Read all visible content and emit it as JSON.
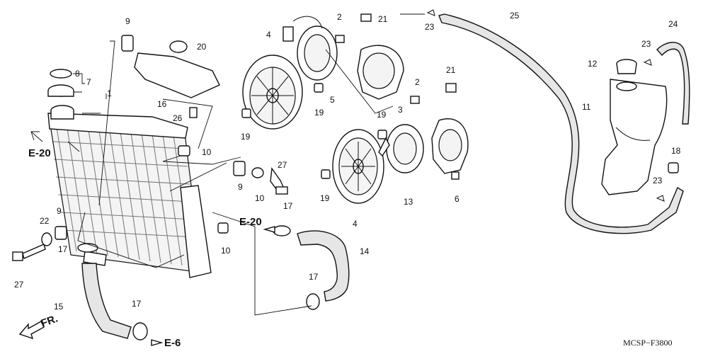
{
  "diagram": {
    "code": "MCSP−F3800",
    "front_label": "FR.",
    "references": [
      {
        "id": "ref-e20-left",
        "text": "E-20"
      },
      {
        "id": "ref-e20-mid",
        "text": "E-20"
      },
      {
        "id": "ref-e6",
        "text": "E-6"
      }
    ],
    "callouts": [
      "1",
      "7",
      "8",
      "9",
      "9",
      "9",
      "10",
      "10",
      "10",
      "11",
      "12",
      "13",
      "14",
      "15",
      "16",
      "17",
      "17",
      "17",
      "17",
      "18",
      "19",
      "19",
      "19",
      "19",
      "2",
      "2",
      "20",
      "21",
      "21",
      "22",
      "23",
      "23",
      "23",
      "24",
      "25",
      "26",
      "27",
      "27",
      "3",
      "4",
      "4",
      "5",
      "6"
    ],
    "colors": {
      "ink": "#111111",
      "hose_fill": "#e6e6e6",
      "background": "#ffffff"
    }
  }
}
